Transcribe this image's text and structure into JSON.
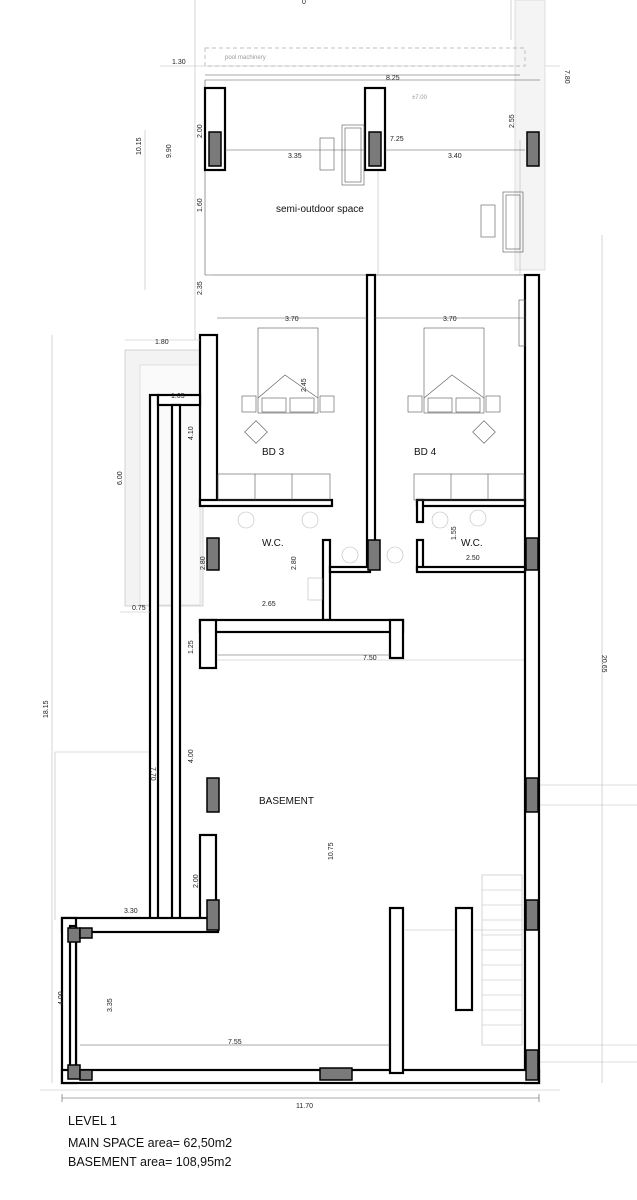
{
  "labels": {
    "pool_machinery": "pool machinery",
    "semi_outdoor": "semi-outdoor space",
    "bd3": "BD 3",
    "bd4": "BD 4",
    "wc": "W.C.",
    "basement": "BASEMENT",
    "level_mark": "±7.00"
  },
  "dimensions": {
    "d_1_30": "1.30",
    "d_8_25": "8.25",
    "d_7_80": "7.80",
    "d_10_15": "10.15",
    "d_9_90": "9.90",
    "d_2_00": "2.00",
    "d_3_35": "3.35",
    "d_7_25": "7.25",
    "d_3_40": "3.40",
    "d_2_55": "2.55",
    "d_1_60": "1.60",
    "d_2_35": "2.35",
    "d_3_70": "3.70",
    "d_1_80": "1.80",
    "d_1_05": "1.05",
    "d_4_10": "4.10",
    "d_6_00": "6.00",
    "d_2_45": "2.45",
    "d_1_55": "1.55",
    "d_2_50": "2.50",
    "d_2_80": "2.80",
    "d_0_75": "0.75",
    "d_2_65": "2.65",
    "d_1_25": "1.25",
    "d_7_50": "7.50",
    "d_18_15": "18.15",
    "d_20_65": "20.65",
    "d_7_70": "7.70",
    "d_4_00": "4.00",
    "d_10_75": "10.75",
    "d_3_30": "3.30",
    "d_3_35b": "3.35",
    "d_7_55": "7.55",
    "d_11_70": "11.70",
    "d_0": "0"
  },
  "legend": {
    "level": "LEVEL 1",
    "main_space": "MAIN SPACE  area= 62,50m2",
    "basement": "BASEMENT   area= 108,95m2"
  }
}
